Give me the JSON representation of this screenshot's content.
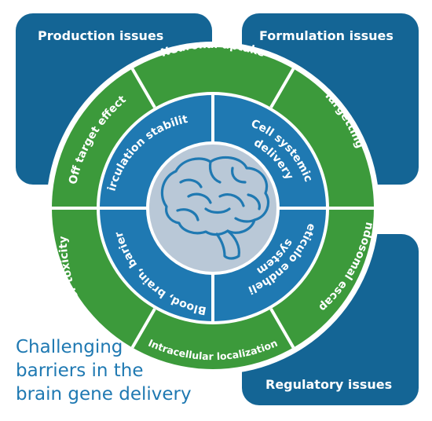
{
  "corners": {
    "top_left": "Production issues",
    "top_right": "Formulation issues",
    "bottom_right": "Regulatory issues"
  },
  "outer_ring": [
    "Neuronal uptake",
    "Targetting",
    "Endosomal escape",
    "Intracellular localization",
    "Vector toxicity",
    "Off target effect"
  ],
  "inner_ring": [
    "Cell systemic delivery",
    "Reticulo endhelial system",
    "Blood, brain, barier",
    "Circulation stability"
  ],
  "caption": {
    "line1": "Challenging",
    "line2": "barriers in the",
    "line3": "brain gene delivery"
  },
  "center_icon": "brain-icon",
  "colors": {
    "corner_blue": "#146595",
    "outer_green": "#3c9a3b",
    "inner_blue": "#1f79b2",
    "core_gray": "#b9c8d7",
    "caption_blue": "#1f79b2"
  }
}
